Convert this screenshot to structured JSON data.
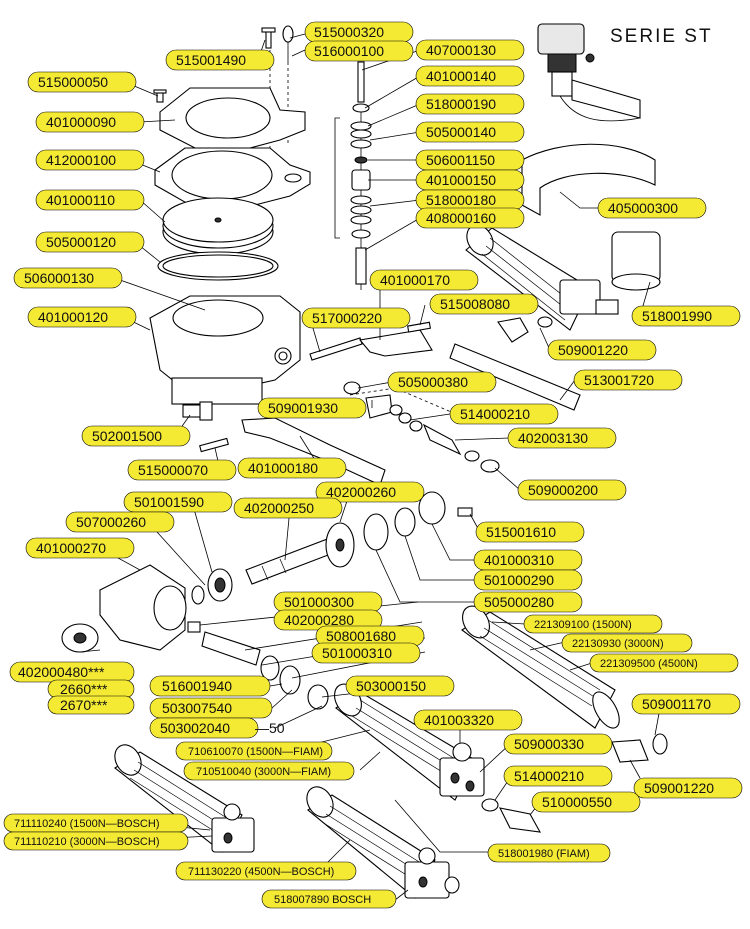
{
  "title": "SERIE ST",
  "labels": [
    {
      "id": "l1",
      "code": "515000320",
      "sub": ""
    },
    {
      "id": "l2",
      "code": "516000100",
      "sub": ""
    },
    {
      "id": "l3",
      "code": "515001490",
      "sub": ""
    },
    {
      "id": "l4",
      "code": "407000130",
      "sub": ""
    },
    {
      "id": "l5",
      "code": "515000050",
      "sub": ""
    },
    {
      "id": "l6",
      "code": "401000140",
      "sub": ""
    },
    {
      "id": "l7",
      "code": "518000190",
      "sub": ""
    },
    {
      "id": "l8",
      "code": "401000090",
      "sub": ""
    },
    {
      "id": "l9",
      "code": "505000140",
      "sub": ""
    },
    {
      "id": "l10",
      "code": "412000100",
      "sub": ""
    },
    {
      "id": "l11",
      "code": "506001150",
      "sub": ""
    },
    {
      "id": "l12",
      "code": "401000150",
      "sub": ""
    },
    {
      "id": "l13",
      "code": "401000110",
      "sub": ""
    },
    {
      "id": "l14",
      "code": "518000180",
      "sub": ""
    },
    {
      "id": "l15",
      "code": "405000300",
      "sub": ""
    },
    {
      "id": "l16",
      "code": "408000160",
      "sub": ""
    },
    {
      "id": "l17",
      "code": "505000120",
      "sub": ""
    },
    {
      "id": "l18",
      "code": "506000130",
      "sub": ""
    },
    {
      "id": "l19",
      "code": "401000170",
      "sub": ""
    },
    {
      "id": "l20",
      "code": "515008080",
      "sub": ""
    },
    {
      "id": "l21",
      "code": "518001990",
      "sub": ""
    },
    {
      "id": "l22",
      "code": "401000120",
      "sub": ""
    },
    {
      "id": "l23",
      "code": "517000220",
      "sub": ""
    },
    {
      "id": "l24",
      "code": "509001220",
      "sub": ""
    },
    {
      "id": "l25",
      "code": "505000380",
      "sub": ""
    },
    {
      "id": "l26",
      "code": "513001720",
      "sub": ""
    },
    {
      "id": "l27",
      "code": "509001930",
      "sub": ""
    },
    {
      "id": "l28",
      "code": "514000210",
      "sub": ""
    },
    {
      "id": "l29",
      "code": "402003130",
      "sub": ""
    },
    {
      "id": "l30",
      "code": "502001500",
      "sub": ""
    },
    {
      "id": "l31",
      "code": "515000070",
      "sub": ""
    },
    {
      "id": "l32",
      "code": "401000180",
      "sub": ""
    },
    {
      "id": "l33",
      "code": "509000200",
      "sub": ""
    },
    {
      "id": "l34",
      "code": "402000260",
      "sub": ""
    },
    {
      "id": "l35",
      "code": "501001590",
      "sub": ""
    },
    {
      "id": "l36",
      "code": "402000250",
      "sub": ""
    },
    {
      "id": "l37",
      "code": "515001610",
      "sub": ""
    },
    {
      "id": "l38",
      "code": "507000260",
      "sub": ""
    },
    {
      "id": "l39",
      "code": "401000270",
      "sub": ""
    },
    {
      "id": "l40",
      "code": "401000310",
      "sub": ""
    },
    {
      "id": "l41",
      "code": "501000290",
      "sub": ""
    },
    {
      "id": "l42",
      "code": "505000280",
      "sub": ""
    },
    {
      "id": "l43",
      "code": "501000300",
      "sub": ""
    },
    {
      "id": "l44",
      "code": "402000280",
      "sub": ""
    },
    {
      "id": "l45",
      "code": "221309100",
      "sub": "(1500N)"
    },
    {
      "id": "l46",
      "code": "508001680",
      "sub": ""
    },
    {
      "id": "l47",
      "code": "22130930",
      "sub": "(3000N)"
    },
    {
      "id": "l48",
      "code": "501000310",
      "sub": ""
    },
    {
      "id": "l49",
      "code": "221309500",
      "sub": "(4500N)"
    },
    {
      "id": "l50",
      "code": "402000480***",
      "sub": ""
    },
    {
      "id": "l51",
      "code": "2660***",
      "sub": ""
    },
    {
      "id": "l52",
      "code": "2670***",
      "sub": ""
    },
    {
      "id": "l53",
      "code": "516001940",
      "sub": ""
    },
    {
      "id": "l54",
      "code": "503000150",
      "sub": ""
    },
    {
      "id": "l55",
      "code": "509001170",
      "sub": ""
    },
    {
      "id": "l56",
      "code": "503007540",
      "sub": ""
    },
    {
      "id": "l57",
      "code": "503002040",
      "sub": ""
    },
    {
      "id": "l58",
      "code": "401003320",
      "sub": ""
    },
    {
      "id": "l59",
      "code": "710610070",
      "sub": "(1500N—FIAM)"
    },
    {
      "id": "l60",
      "code": "509000330",
      "sub": ""
    },
    {
      "id": "l61",
      "code": "710510040",
      "sub": "(3000N—FIAM)"
    },
    {
      "id": "l62",
      "code": "509001220",
      "sub": ""
    },
    {
      "id": "l63",
      "code": "514000210",
      "sub": ""
    },
    {
      "id": "l64",
      "code": "510000550",
      "sub": ""
    },
    {
      "id": "l65",
      "code": "711110240",
      "sub": "(1500N—BOSCH)"
    },
    {
      "id": "l66",
      "code": "711110210",
      "sub": "(3000N—BOSCH)"
    },
    {
      "id": "l67",
      "code": "518001980",
      "sub": "(FIAM)"
    },
    {
      "id": "l68",
      "code": "711130220",
      "sub": "(4500N—BOSCH)"
    },
    {
      "id": "l69",
      "code": "518007890",
      "sub": "BOSCH"
    }
  ],
  "extra_text": {
    "dash50": "—50"
  }
}
